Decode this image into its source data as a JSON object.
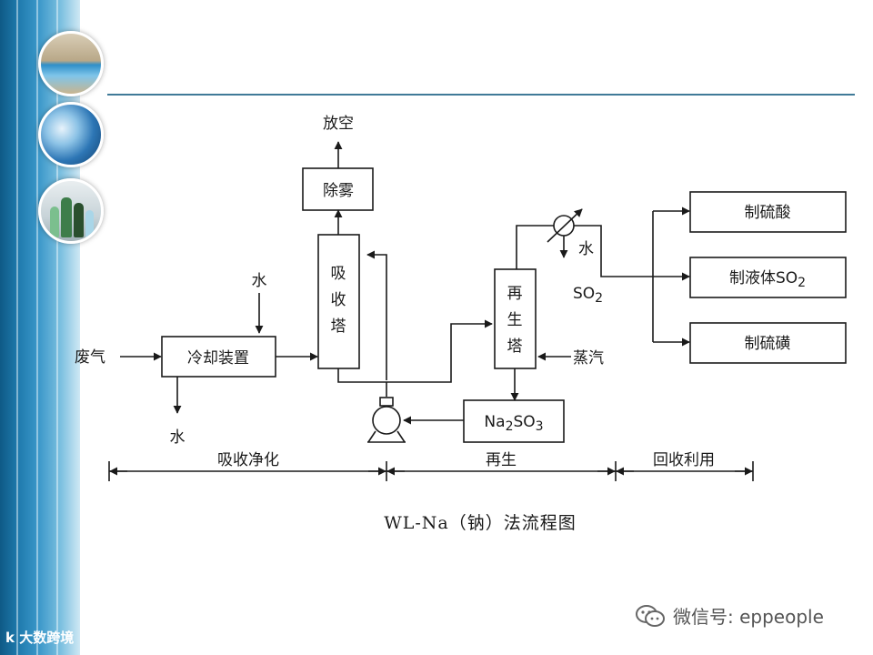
{
  "diagram": {
    "nodes": {
      "vent": "放空",
      "demister": "除雾",
      "absorber": [
        "吸",
        "收",
        "塔"
      ],
      "cooler": "冷却装置",
      "regenerator": [
        "再",
        "生",
        "塔"
      ],
      "sulfite": {
        "pre": "Na",
        "sub1": "2",
        "mid": "SO",
        "sub2": "3"
      },
      "acid": "制硫酸",
      "liquid_so2": {
        "pre": "制液体SO",
        "sub": "2"
      },
      "sulfur": "制硫磺"
    },
    "labels": {
      "water_top": "水",
      "waste_gas": "废气",
      "water_bottom": "水",
      "water_cond": "水",
      "so2": {
        "pre": "SO",
        "sub": "2"
      },
      "steam": "蒸汽"
    },
    "stages": {
      "absorption": "吸收净化",
      "regeneration": "再生",
      "recovery": "回收利用"
    },
    "caption": "WL-Na（钠）法流程图"
  },
  "footer": {
    "logo_text": "大数跨境",
    "logo_prefix": "k",
    "wechat": "微信号: eppeople"
  }
}
